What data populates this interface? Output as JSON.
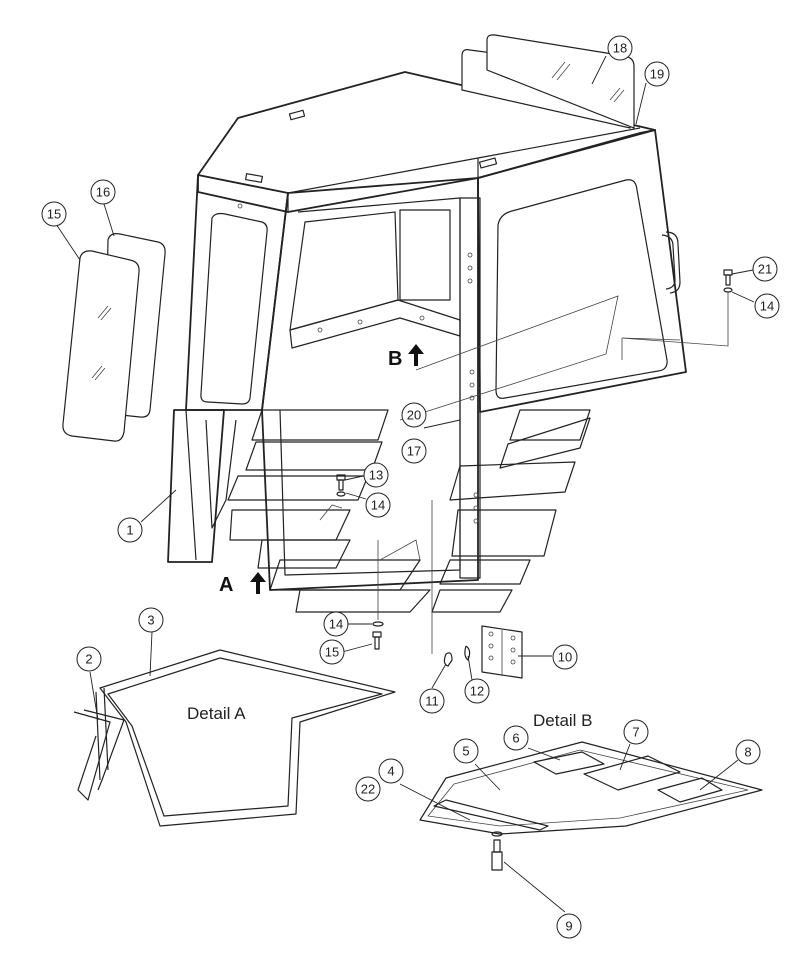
{
  "views": {
    "detail_a": "Detail A",
    "detail_b": "Detail B",
    "marker_a": "A",
    "marker_b": "B"
  },
  "callouts": [
    "1",
    "2",
    "3",
    "4",
    "5",
    "6",
    "7",
    "8",
    "9",
    "10",
    "11",
    "12",
    "13",
    "14",
    "15",
    "16",
    "17",
    "18",
    "19",
    "20",
    "21",
    "22"
  ]
}
